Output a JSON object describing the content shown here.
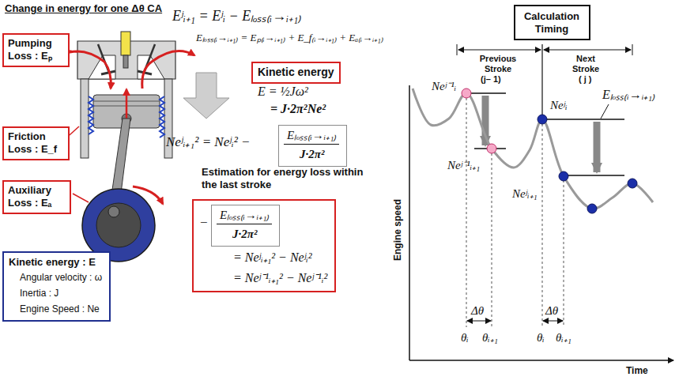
{
  "diagram": {
    "title": "Change in energy for one Δθ CA",
    "nodes": [
      {
        "text": [
          "Pumping Loss : Eₚ"
        ]
      },
      {
        "text": [
          "Calculation Timing"
        ]
      },
      {
        "text": [
          "Kinetic energy"
        ]
      },
      {
        "text": [
          "Friction Loss : E_f"
        ]
      },
      {
        "text": [
          "Eₗₒₛₛ₍ᵢ→ᵢ₊₁₎",
          "J·2π²"
        ]
      },
      {
        "text": [
          "Auxiliary Loss : Eₐ"
        ]
      },
      {
        "text": [
          "Estimation for energy loss within the last stroke",
          "−",
          "= Neʲᵢ₊₁² − Neʲᵢ²",
          "= Neʲ⁻¹ᵢ₊₁² − Neʲ⁻¹ᵢ²"
        ]
      },
      {
        "text": [
          "Eₗₒₛₛ₍ᵢ→ᵢ₊₁₎",
          "J·2π²"
        ],
        "in": 6
      },
      {
        "text": [
          "Kinetic energy : E",
          "Angular velocity : ω",
          "Inertia : J",
          "Engine Speed : Ne"
        ]
      }
    ],
    "labels": [
      "Eʲᵢ₊₁ = Eʲᵢ − Eₗₒₛₛ₍ᵢ→ᵢ₊₁₎",
      "Eₗₒₛₛ₍ᵢ→ᵢ₊₁₎ = Eₚ₍ᵢ→ᵢ₊₁₎ + E_f₍ᵢ→ᵢ₊₁₎ + Eₐ₍ᵢ→ᵢ₊₁₎",
      "E = ½Jω²",
      "= J·2π²Ne²",
      "Neʲᵢ₊₁² = Neʲᵢ² −",
      "Previous Stroke",
      "(j– 1)",
      "Next Stroke",
      "( j )",
      "Eₗₒₛₛ₍ᵢ→ᵢ₊₁₎",
      "Neʲ⁻¹ᵢ",
      "Neʲ⁻¹ᵢ₊₁",
      "Neʲᵢ",
      "Neʲᵢ₊₁",
      "Δθ",
      "Δθ",
      "θᵢ",
      "θᵢ₊₁",
      "θᵢ",
      "θᵢ₊₁",
      "Engine speed",
      "Time"
    ]
  }
}
